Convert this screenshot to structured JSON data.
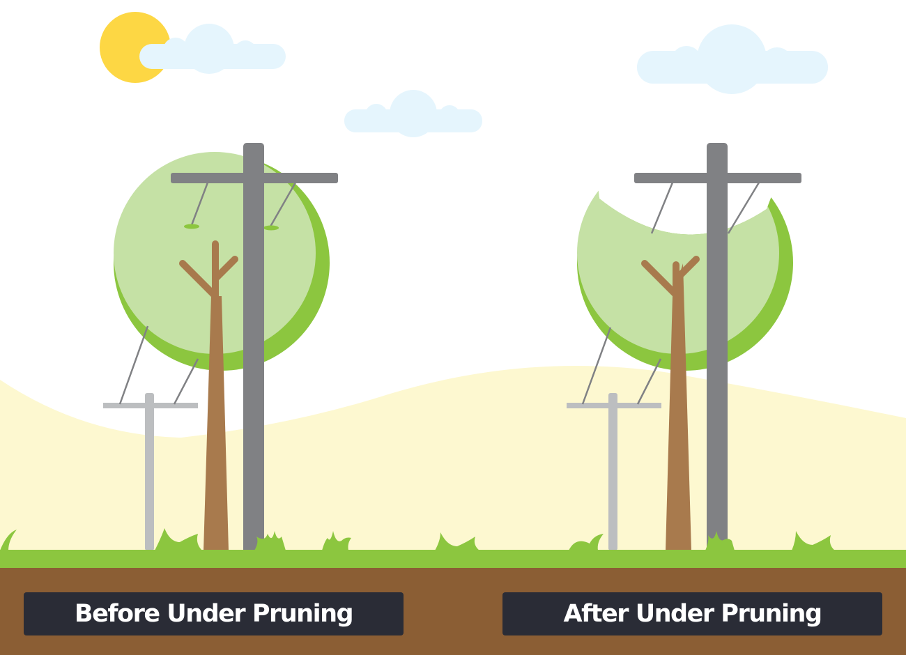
{
  "panels": [
    {
      "id": "before",
      "caption": "Before Under Pruning"
    },
    {
      "id": "after",
      "caption": "After Under Pruning"
    }
  ],
  "colors": {
    "sky": "#ffffff",
    "sun": "#fdd744",
    "cloud": "#e5f5fd",
    "hill": "#fdf8d0",
    "grass": "#8cc63f",
    "soil": "#8b5e34",
    "foliage_light": "#c5e1a5",
    "foliage_dark": "#8cc63f",
    "trunk": "#a87a4d",
    "main_pole": "#808184",
    "small_pole": "#bcbec0",
    "caption_bg": "#2a2c36",
    "caption_text": "#ffffff"
  },
  "icons": [
    "sun-icon",
    "cloud-icon",
    "utility-pole-icon",
    "tree-icon",
    "grass-tuft-icon"
  ]
}
